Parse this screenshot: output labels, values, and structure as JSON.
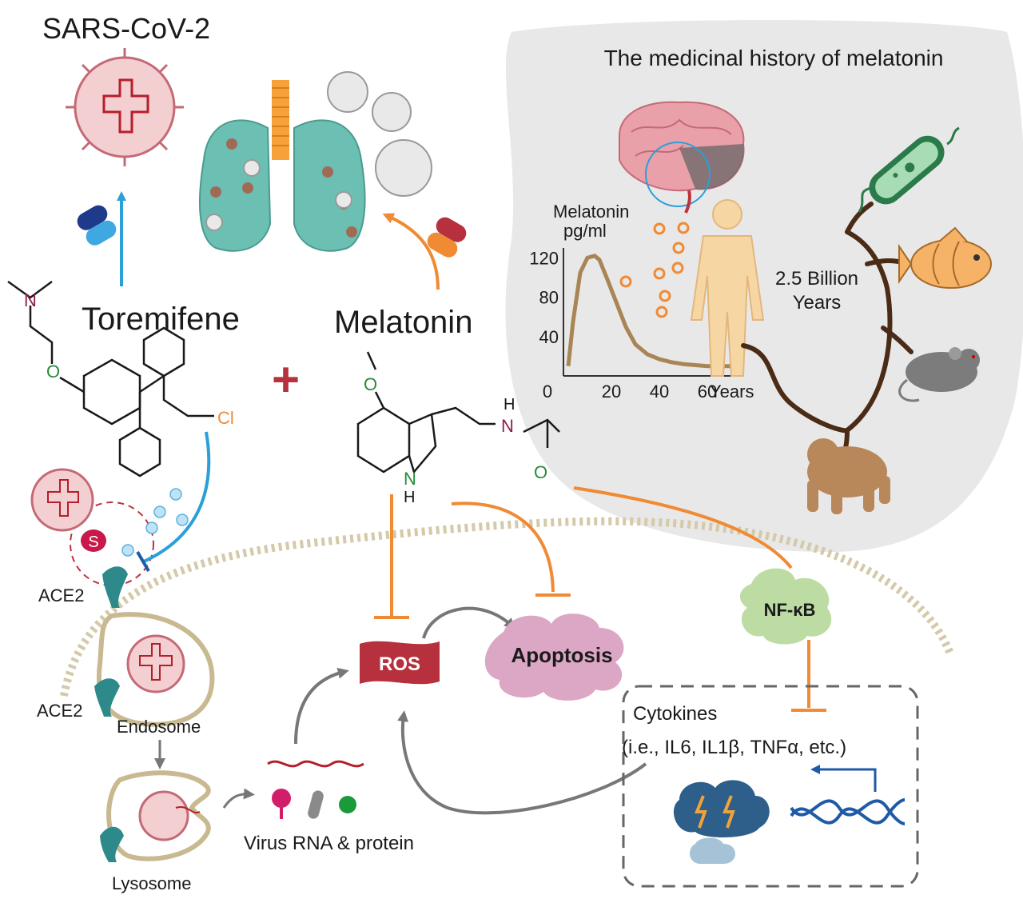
{
  "virus_title": "SARS-CoV-2",
  "history_title": "The medicinal history of melatonin",
  "drugs": {
    "toremifene": "Toremifene",
    "melatonin": "Melatonin",
    "plus": "+"
  },
  "atoms": {
    "N": "N",
    "O": "O",
    "Cl": "Cl",
    "H": "H",
    "S": "S"
  },
  "receptor": {
    "ace2_top": "ACE2",
    "ace2_bottom": "ACE2"
  },
  "compartments": {
    "endosome": "Endosome",
    "lysosome": "Lysosome",
    "virus_products": "Virus RNA & protein"
  },
  "nodes": {
    "ros": "ROS",
    "apoptosis": "Apoptosis",
    "nfkb": "NF-κB"
  },
  "cytokines": {
    "title": "Cytokines",
    "examples": "(i.e., IL6, IL1β, TNFα, etc.)"
  },
  "evolution": {
    "span_line1": "2.5 Billion",
    "span_line2": "Years"
  },
  "chart_data": {
    "type": "line",
    "title": "",
    "ylabel_line1": "Melatonin",
    "ylabel_line2": "pg/ml",
    "xlabel": "Years",
    "x_ticks": [
      "0",
      "20",
      "40",
      "60"
    ],
    "y_ticks": [
      "40",
      "80",
      "120"
    ],
    "xlim": [
      0,
      75
    ],
    "ylim": [
      0,
      130
    ],
    "series": [
      {
        "color": "#a98555",
        "x": [
          2,
          4,
          7,
          10,
          13,
          15,
          18,
          22,
          26,
          30,
          35,
          40,
          45,
          50,
          55,
          60,
          65,
          70
        ],
        "y": [
          10,
          55,
          105,
          120,
          122,
          118,
          100,
          75,
          50,
          32,
          22,
          17,
          14,
          12,
          11,
          10,
          10,
          10
        ]
      }
    ]
  },
  "colors": {
    "orange": "#f08a33",
    "blue": "#2b9fd8",
    "ros": "#b6303d",
    "apoptosis": "#dca6c5",
    "nfkb": "#bcdca4",
    "lung": "#6cc0b3",
    "panel": "#e8e8e8",
    "tree": "#4a2b16",
    "grey_arrow": "#777777"
  },
  "icons": [
    "virus-icon",
    "lungs-icon",
    "capsule-icon",
    "brain-icon",
    "human-icon",
    "bacterium-icon",
    "fish-icon",
    "mouse-icon",
    "ape-icon",
    "cloud-icon",
    "dna-icon"
  ]
}
